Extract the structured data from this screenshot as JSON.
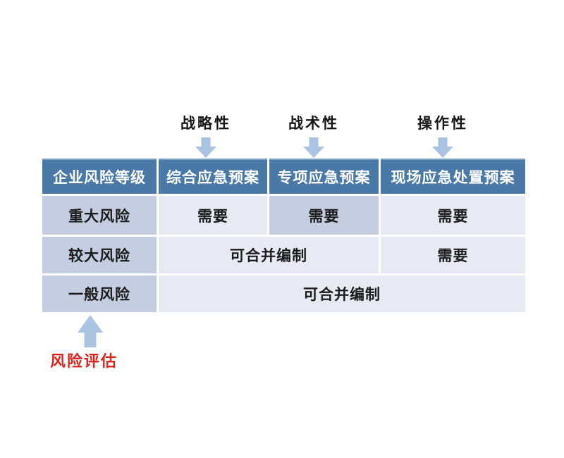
{
  "annotations": {
    "top_labels": [
      {
        "text": "战略性"
      },
      {
        "text": "战术性"
      },
      {
        "text": "操作性"
      }
    ],
    "bottom_label": {
      "text": "风险评估"
    }
  },
  "table": {
    "headers": [
      "企业风险等级",
      "综合应急预案",
      "专项应急预案",
      "现场应急处置预案"
    ],
    "rows": [
      {
        "level": "重大风险",
        "cells": [
          {
            "text": "需要"
          },
          {
            "text": "需要"
          },
          {
            "text": "需要"
          }
        ]
      },
      {
        "level": "较大风险",
        "cells": [
          {
            "text": "可合并编制"
          },
          {
            "text": "需要"
          }
        ]
      },
      {
        "level": "一般风险",
        "cells": [
          {
            "text": "可合并编制"
          }
        ]
      }
    ]
  },
  "icons": {
    "down_arrows": [
      "down-arrow",
      "down-arrow",
      "down-arrow"
    ],
    "up_arrow": "up-arrow"
  },
  "colors": {
    "header_bg": "#4a79a8",
    "header_top_edge": "#7ea1c3",
    "header_text": "#ffffff",
    "level_cell_bg": "#c5cee0",
    "highlight_cell_bg": "#c5cee0",
    "light_cell_bg": "#e7eaf2",
    "body_text": "#1b1b1b",
    "arrow_fill": "#a9c3e0",
    "risk_eval_text": "#da251c",
    "background": "#ffffff"
  }
}
